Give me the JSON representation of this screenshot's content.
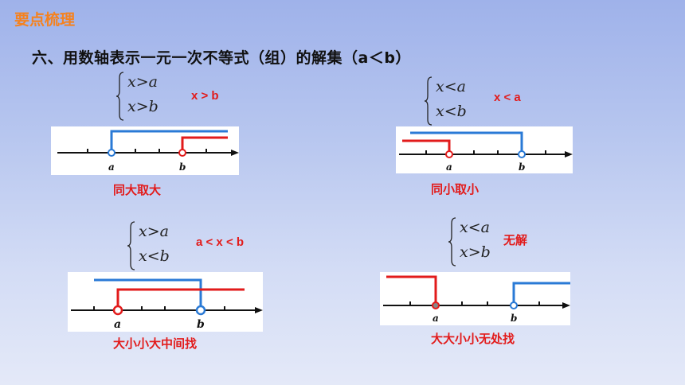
{
  "header": {
    "title": "要点梳理"
  },
  "section": {
    "heading": "六、用数轴表示一元一次不等式（组）的解集（a＜b）"
  },
  "cases": [
    {
      "system": [
        "x>a",
        "x>b"
      ],
      "solution": "x > b",
      "caption": "同大取大",
      "point_labels": [
        "a",
        "b"
      ]
    },
    {
      "system": [
        "x<a",
        "x<b"
      ],
      "solution": "x < a",
      "caption": "同小取小",
      "point_labels": [
        "a",
        "b"
      ]
    },
    {
      "system": [
        "x>a",
        "x<b"
      ],
      "solution": "a < x < b",
      "caption": "大小小大中间找",
      "point_labels": [
        "a",
        "b"
      ]
    },
    {
      "system": [
        "x<a",
        "x>b"
      ],
      "solution": "无解",
      "caption": "大大小小无处找",
      "point_labels": [
        "a",
        "b"
      ]
    }
  ],
  "colors": {
    "header": "#f5821f",
    "red": "#e21b1b",
    "blue": "#2a7ad6",
    "axis": "#111111"
  }
}
